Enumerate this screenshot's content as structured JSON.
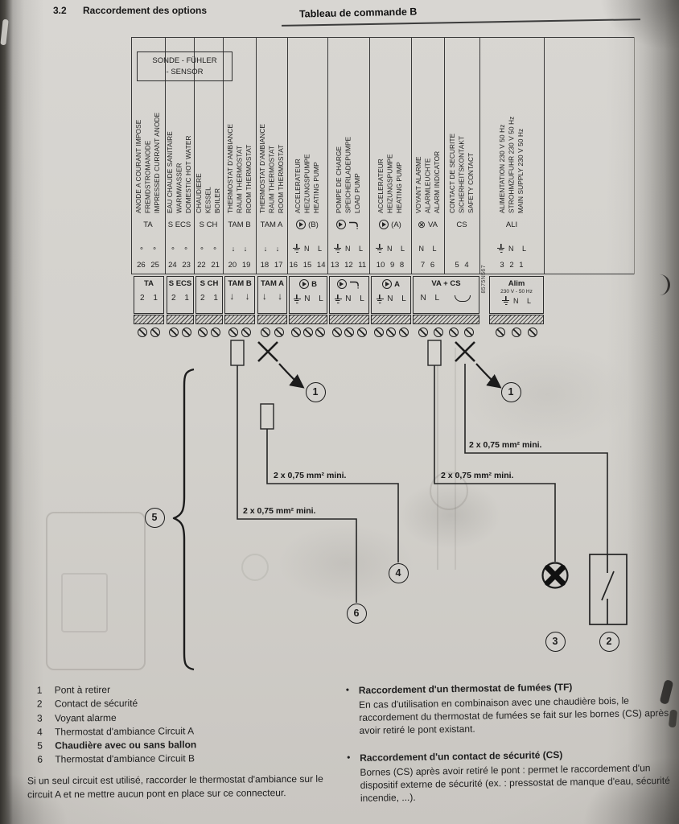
{
  "header": {
    "section_number": "3.2",
    "section_title": "Raccordement des options",
    "page_title": "Tableau de commande B"
  },
  "doc_ref": "8575N567",
  "icons": {
    "lamp_glyph": "⊗"
  },
  "diagram": {
    "sensor_box": "SONDE - FÜHLER\n- SENSOR",
    "groups": [
      {
        "label": "ANODE A COURANT IMPOSE\nFREMDSTROMANODE\nIMPRESSED CURRANT ANODE",
        "code": "TA",
        "pins": "∘ ∘",
        "terminals": "26 25"
      },
      {
        "label": "EAU CHAUDE SANITAIRE\nWARMWASSER\nDOMESTIC HOT WATER",
        "code": "S ECS",
        "pins": "∘ ∘",
        "terminals": "24 23"
      },
      {
        "label": "CHAUDIERE\nKESSEL\nBOILER",
        "code": "S CH",
        "pins": "∘ ∘",
        "terminals": "22 21"
      },
      {
        "label": "THERMOSTAT D'AMBIANCE\nRAUM THERMOSTAT\nROOM THERMOSTAT",
        "code": "TAM B",
        "pins": "↓ ↓",
        "terminals": "20 19"
      },
      {
        "label": "THERMOSTAT D'AMBIANCE\nRAUM THERMOSTAT\nROOM THERMOSTAT",
        "code": "TAM A",
        "pins": "↓ ↓",
        "terminals": "18 17"
      },
      {
        "label": "ACCELERATEUR\nHEIZUNGSPUMPE\nHEATING PUMP",
        "code": "(B)",
        "pins": "N L",
        "terminals": "16 15 14"
      },
      {
        "label": "POMPE DE CHARGE\nSPEICHERLADEPUMPE\nLOAD PUMP",
        "code": "",
        "pins": "N L",
        "terminals": "13 12 11"
      },
      {
        "label": "ACCELERATEUR\nHEIZUNGSPUMPE\nHEATING PUMP",
        "code": "(A)",
        "pins": "N L",
        "terminals": "10 9 8"
      },
      {
        "label": "VOYANT ALARME\nALARMLEUCHTE\nALARM INDICATOR",
        "code": "VA",
        "pins": "N L",
        "terminals": "7 6"
      },
      {
        "label": "CONTACT DE SECURITE\nSICHERHEITSKONTAKT\nSAFETY CONTACT",
        "code": "CS",
        "pins": "",
        "terminals": "5 4"
      },
      {
        "label": "ALIMENTATION 230 V 50 Hz\nSTROHMZUFUHR 230 V 50 Hz\nMAIN SUPPLY 230 V 50 Hz",
        "code": "ALI",
        "pins": "N L",
        "terminals": "3 2 1"
      }
    ],
    "connectors": [
      {
        "title": "TA",
        "pins": "2 1"
      },
      {
        "title": "S ECS",
        "pins": "2 1"
      },
      {
        "title": "S CH",
        "pins": "2 1"
      },
      {
        "title": "TAM B",
        "pins": "↓ ↓"
      },
      {
        "title": "TAM A",
        "pins": "↓ ↓"
      },
      {
        "title": "B",
        "pins": "N L"
      },
      {
        "title": "",
        "pins": "N L"
      },
      {
        "title": "A",
        "pins": "N L"
      },
      {
        "title": "VA + CS",
        "pins": "N L"
      },
      {
        "title": "Alim",
        "voltage": "230 V - 50 Hz",
        "pins": "N L"
      }
    ]
  },
  "wiring": {
    "cable_label": "2 x 0,75 mm² mini.",
    "callout_1": "1",
    "callout_2": "2",
    "callout_3": "3",
    "callout_4": "4",
    "callout_5": "5",
    "callout_6": "6"
  },
  "legend": {
    "items": [
      {
        "num": "1",
        "text": "Pont à retirer"
      },
      {
        "num": "2",
        "text": "Contact de sécurité"
      },
      {
        "num": "3",
        "text": "Voyant alarme"
      },
      {
        "num": "4",
        "text": "Thermostat d'ambiance Circuit A"
      },
      {
        "num": "5",
        "text": "Chaudière avec ou sans ballon"
      },
      {
        "num": "6",
        "text": "Thermostat d'ambiance Circuit B"
      }
    ],
    "note": "Si un seul circuit est utilisé, raccorder le thermostat d'ambiance sur le circuit A et ne mettre aucun pont en place sur ce connecteur."
  },
  "notes": {
    "bullet": "•",
    "items": [
      {
        "title": "Raccordement d'un thermostat de fumées (TF)",
        "body": "En cas d'utilisation en combinaison avec une chaudière bois, le raccordement du thermostat de fumées se fait sur les bornes (CS) après avoir retiré le pont existant."
      },
      {
        "title": "Raccordement d'un contact de sécurité (CS)",
        "body": "Bornes (CS) après avoir retiré le pont : permet le raccordement d'un dispositif externe de sécurité (ex. : pressostat de manque d'eau, sécurité incendie, ...)."
      }
    ]
  }
}
